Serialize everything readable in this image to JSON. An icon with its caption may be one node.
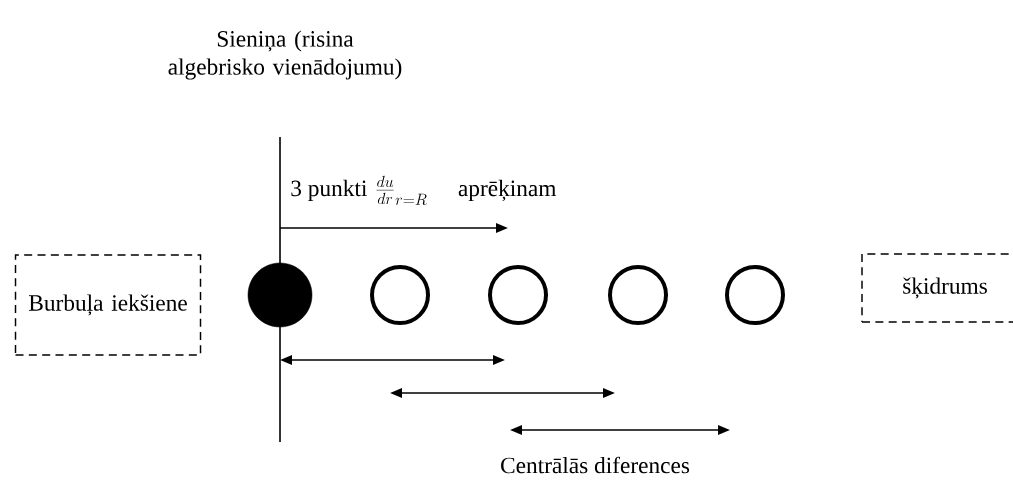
{
  "diagram": {
    "nodes": [
      {
        "text": [
          "Burbuļa iekšiene"
        ]
      },
      {
        "text": [],
        "shape": "circle"
      },
      {
        "text": [],
        "shape": "circle"
      },
      {
        "text": [],
        "shape": "circle"
      },
      {
        "text": [],
        "shape": "circle"
      },
      {
        "text": [],
        "shape": "circle"
      },
      {
        "text": [
          "šķidrums"
        ]
      }
    ],
    "labels": [
      "Sieniņa (risina algebrisko vienādojumu)",
      "3 punkti",
      "\\frac{du}{dr}_{r=R}",
      "aprēķinam",
      "Centrālās diferences"
    ]
  }
}
